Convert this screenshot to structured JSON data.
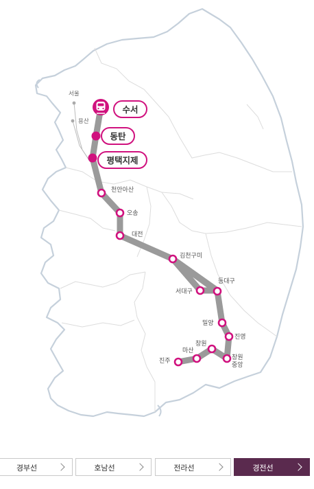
{
  "map": {
    "colors": {
      "outline": "#c5d0db",
      "route": "#9a9a9a",
      "accent": "#d0117e",
      "pill_fill": "#ffffff"
    },
    "reference_labels": {
      "seoul": "서울",
      "yongsan": "용산"
    },
    "origin_icon": "train-icon",
    "highlighted_stations": {
      "suseo": "수서",
      "dongtan": "동탄",
      "pyeongtaek": "평택지제"
    },
    "stations": {
      "cheonan": "천안아산",
      "osong": "오송",
      "daejeon": "대전",
      "gimcheon": "김천구미",
      "seodaegu": "서대구",
      "dongdaegu": "동대구",
      "miryang": "밀양",
      "jinyeong": "진영",
      "changwon_jungang": "창원중앙",
      "changwon": "창원",
      "masan": "마산",
      "jinju": "진주"
    }
  },
  "tabs": {
    "gyeongbu": "경부선",
    "honam": "호남선",
    "jeolla": "전라선",
    "gyeongjeon": "경전선",
    "active": "gyeongjeon"
  }
}
